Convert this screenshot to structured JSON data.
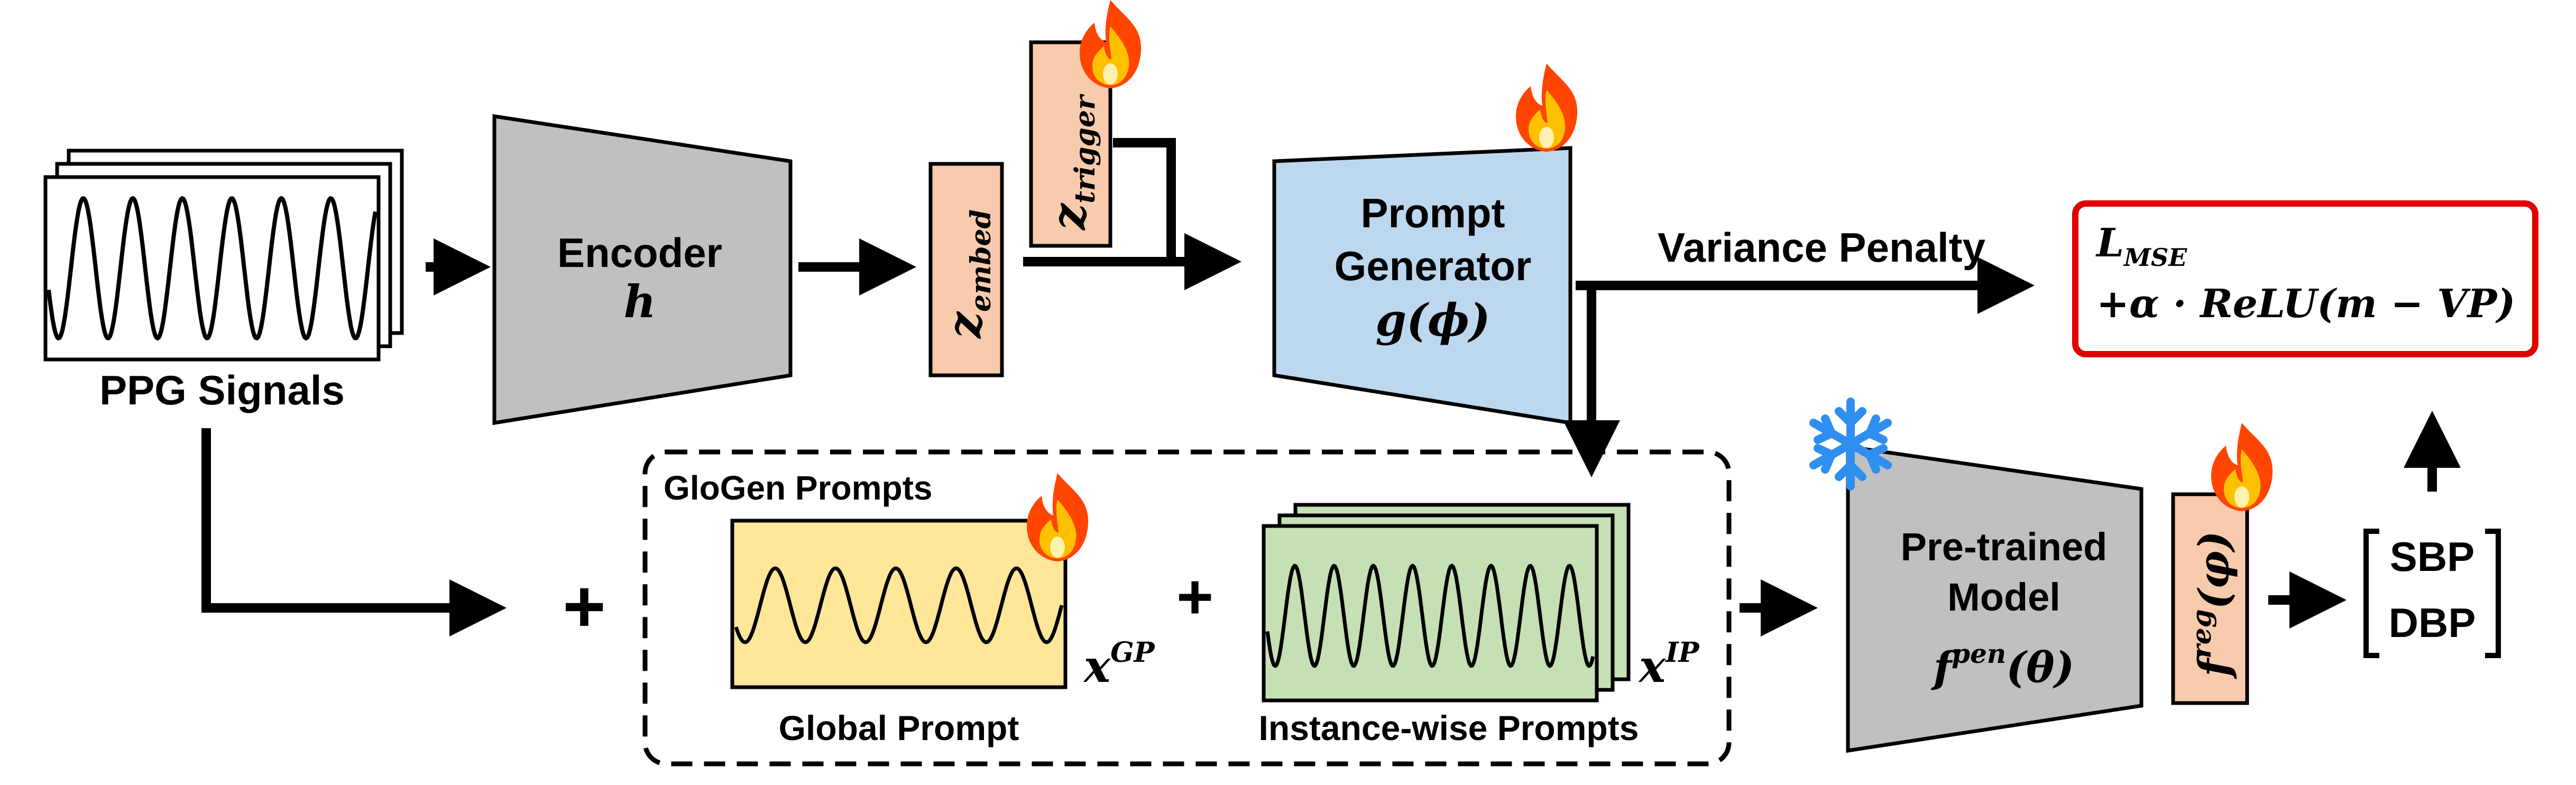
{
  "inputs": {
    "ppg_label": "PPG Signals"
  },
  "encoder": {
    "title": "Encoder",
    "symbol": "h"
  },
  "z_embed": {
    "base": "z",
    "sub": "embed"
  },
  "z_trigger": {
    "base": "z",
    "sub": "trigger"
  },
  "prompt_generator": {
    "line1": "Prompt",
    "line2": "Generator",
    "symbol": "g(ϕ)"
  },
  "variance_penalty": {
    "label": "Variance Penalty"
  },
  "loss": {
    "line1_base": "L",
    "line1_sub": "MSE",
    "line2": "+α · ReLU(m − VP)",
    "border_color": "#e00000"
  },
  "glogen": {
    "title": "GloGen Prompts",
    "global_label": "Global Prompt",
    "instance_label": "Instance-wise Prompts",
    "xgp_base": "x",
    "xgp_sup": "GP",
    "xip_base": "x",
    "xip_sup": "IP",
    "plus": "+"
  },
  "combine": {
    "plus": "+"
  },
  "pretrained": {
    "line1": "Pre-trained",
    "line2": "Model",
    "symbol_base": "f",
    "symbol_sup": "pen",
    "symbol_arg": "(θ)"
  },
  "regressor": {
    "base": "f",
    "sup": "reg",
    "arg": "(φ)"
  },
  "outputs": {
    "sbp": "SBP",
    "dbp": "DBP"
  },
  "colors": {
    "encoder_fill": "#c0c0c0",
    "embed_fill": "#f8cbad",
    "generator_fill": "#bdd7ee",
    "global_fill": "#ffe699",
    "instance_fill": "#c5e0b4",
    "pretrained_fill": "#c0c0c0"
  },
  "icons": {
    "trainable": "fire-icon",
    "frozen": "snowflake-icon"
  }
}
